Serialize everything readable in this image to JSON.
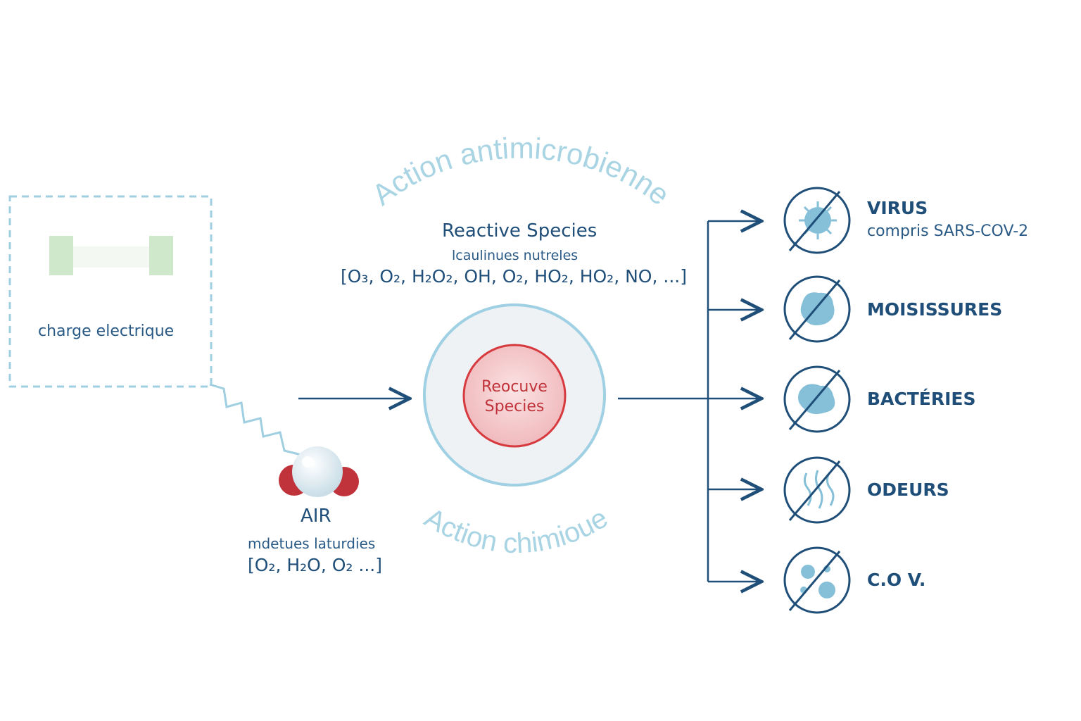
{
  "arc_labels": {
    "top": "Action antimicrobienne",
    "bottom": "Action chimioue"
  },
  "charge": {
    "label": "charge electrique"
  },
  "reactive_species": {
    "title": "Reactive Species",
    "subtitle": "lcaulinues nutreles",
    "formula": "[O₃, O₂, H₂O₂, OH, O₂, HO₂, HO₂, NO, ...]"
  },
  "core": {
    "label": "Reocuve Species"
  },
  "air": {
    "title": "AIR",
    "subtitle": "mdetues laturdies",
    "formula": "[O₂, H₂O, O₂ ...]"
  },
  "targets": [
    {
      "label": "VIRUS",
      "sublabel": "compris SARS-COV-2",
      "icon": "virus-icon"
    },
    {
      "label": "MOISISSURES",
      "icon": "mold-icon"
    },
    {
      "label": "BACTÉRIES",
      "icon": "bacteria-icon"
    },
    {
      "label": "ODEURS",
      "icon": "odor-icon"
    },
    {
      "label": "C.O V.",
      "icon": "voc-icon"
    }
  ],
  "colors": {
    "primary": "#1f4e79",
    "arc_text": "#a8d4e3",
    "dashed_box": "#9fcfe0",
    "core_red": "#d63a3f",
    "core_fill": "#f3c9cb",
    "outer_ring": "#9fd0e3",
    "electrode_green": "#cfe8cc",
    "icon_fill": "#86c0d8",
    "molecule_red": "#c0333b"
  }
}
